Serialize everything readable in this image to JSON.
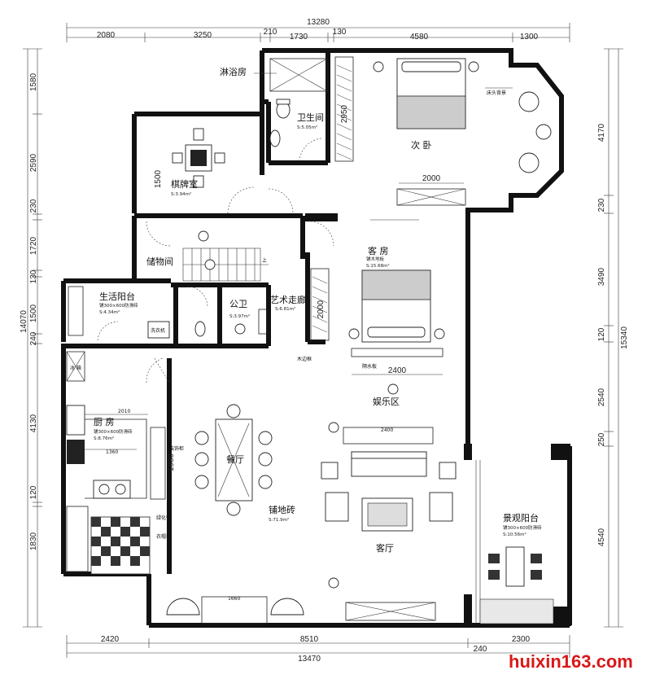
{
  "dimensions": {
    "top_total": "13280",
    "top": [
      "2080",
      "3250",
      "210",
      "1730",
      "130",
      "4580",
      "1300"
    ],
    "bottom_total": "13470",
    "bottom": [
      "2420",
      "8510",
      "2300"
    ],
    "bottom_small": "240",
    "left_total": "14070",
    "left": [
      "1580",
      "2590",
      "230",
      "1720",
      "130",
      "1500",
      "240",
      "4130",
      "120",
      "1830"
    ],
    "right_total": "15340",
    "right": [
      "4170",
      "230",
      "3490",
      "120",
      "2540",
      "250",
      "4540"
    ],
    "inner": {
      "d2950": "2950",
      "d1500": "1500",
      "d2000_bed2": "2000",
      "d2000_guest": "2000",
      "d2400": "2400",
      "d2010": "2010",
      "d1360": "1360",
      "d1980": "1980",
      "d2400_sofa": "2400",
      "d1660": "1660"
    }
  },
  "rooms": {
    "shower": "淋浴房",
    "bathroom": "卫生间",
    "bathroom_area": "S:5.05m²",
    "second_bedroom": "次 卧",
    "bay_note": "床头背景",
    "chess_room": "棋牌室",
    "chess_area": "S:3.94m²",
    "storage": "储物间",
    "up": "上",
    "guest_room": "客 房",
    "guest_floor": "铺木地板",
    "guest_area": "S:15.68m²",
    "laundry_balcony": "生活阳台",
    "laundry_tile": "铺300×600防滑砖",
    "laundry_area": "S:4.34m²",
    "washer": "洗衣机",
    "public_wc": "公卫",
    "public_wc_area": "S:3.97m²",
    "art_corridor": "艺术走廊",
    "art_area": "S:6.81m²",
    "wood_strip": "木边框",
    "water_panel": "隔水板",
    "entertainment": "娱乐区",
    "kitchen": "厨 房",
    "kitchen_tile": "铺300×600防滑砖",
    "kitchen_area": "S:8.76m²",
    "fridge": "冰 箱",
    "dining": "餐厅",
    "decor_cabinet": "装饰柜",
    "greenery": "绿化带",
    "shoe_cabinet": "衣帽柜",
    "floor_tile": "铺地砖",
    "floor_area": "S:71.9m²",
    "living_room": "客厅",
    "view_balcony": "景观阳台",
    "view_tile": "铺300×600防滑砖",
    "view_area": "S:10.56m²"
  },
  "watermark": "huixin163.com",
  "colors": {
    "watermark": "#d81818",
    "line": "#111111"
  }
}
